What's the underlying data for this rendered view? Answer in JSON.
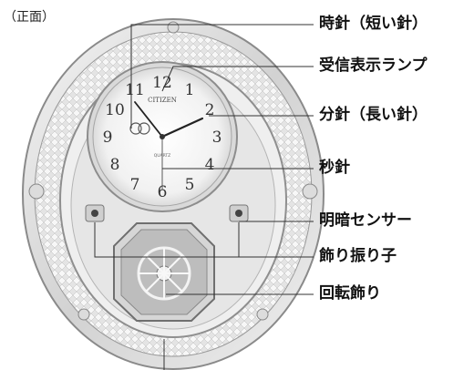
{
  "view_label": "（正面）",
  "dial": {
    "brand": "CITIZEN",
    "small_text": "QUARTZ",
    "numerals": [
      "12",
      "1",
      "2",
      "3",
      "4",
      "5",
      "6",
      "7",
      "8",
      "9",
      "10",
      "11"
    ]
  },
  "callouts": [
    {
      "id": "hour-hand",
      "text": "時針（短い針）"
    },
    {
      "id": "receiver-lamp",
      "text": "受信表示ランプ"
    },
    {
      "id": "minute-hand",
      "text": "分針（長い針）"
    },
    {
      "id": "second-hand",
      "text": "秒針"
    },
    {
      "id": "light-sensor",
      "text": "明暗センサー"
    },
    {
      "id": "pendulum",
      "text": "飾り振り子"
    },
    {
      "id": "rotating-ornament",
      "text": "回転飾り"
    }
  ]
}
